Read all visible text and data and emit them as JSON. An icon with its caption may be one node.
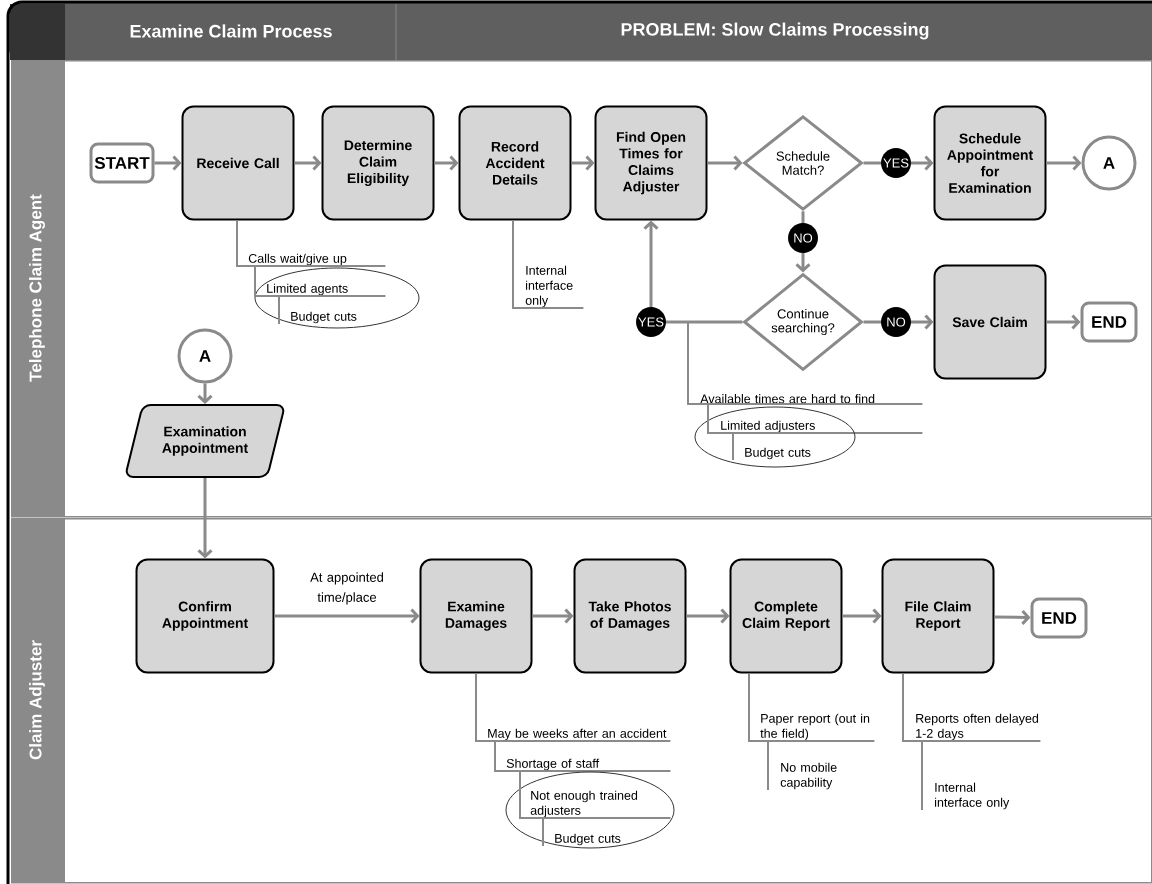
{
  "diagram": {
    "nodes": [
      {
        "text": [
          "Telephone Claim Agent"
        ]
      },
      {
        "text": [
          "Claim Adjuster"
        ]
      },
      {
        "text": [
          "START"
        ],
        "in": 0
      },
      {
        "text": [
          "Receive Call"
        ],
        "in": 0
      },
      {
        "text": [
          "Determine Claim Eligibility"
        ],
        "in": 0
      },
      {
        "text": [
          "Record Accident Details"
        ],
        "in": 0
      },
      {
        "text": [
          "Find Open Times for Claims Adjuster"
        ],
        "in": 0
      },
      {
        "text": [
          "Schedule Match?"
        ],
        "in": 0
      },
      {
        "text": [
          "Schedule Appointment for Examination"
        ],
        "in": 0
      },
      {
        "text": [
          "A"
        ],
        "in": 0
      },
      {
        "text": [
          "Continue searching?"
        ],
        "in": 0
      },
      {
        "text": [
          "Save Claim"
        ],
        "in": 0
      },
      {
        "text": [
          "END"
        ],
        "in": 0
      },
      {
        "text": [
          "A"
        ],
        "in": 0
      },
      {
        "text": [
          "Examination Appointment"
        ],
        "in": 0
      },
      {
        "text": [
          "Calls wait/give up"
        ],
        "in": 0
      },
      {
        "text": [
          "Limited agents"
        ],
        "in": 0
      },
      {
        "text": [
          "Budget cuts"
        ],
        "in": 0
      },
      {
        "text": [
          "Internal interface only"
        ],
        "in": 0
      },
      {
        "text": [
          "Available times are hard to find"
        ],
        "in": 0
      },
      {
        "text": [
          "Limited adjusters"
        ],
        "in": 0
      },
      {
        "text": [
          "Budget cuts"
        ],
        "in": 0
      },
      {
        "text": [
          "Confirm Appointment"
        ],
        "in": 1
      },
      {
        "text": [
          "Examine Damages"
        ],
        "in": 1
      },
      {
        "text": [
          "Take Photos of Damages"
        ],
        "in": 1
      },
      {
        "text": [
          "Complete Claim Report"
        ],
        "in": 1
      },
      {
        "text": [
          "File Claim Report"
        ],
        "in": 1
      },
      {
        "text": [
          "END"
        ],
        "in": 1
      },
      {
        "text": [
          "May be weeks after an accident"
        ],
        "in": 1
      },
      {
        "text": [
          "Shortage of staff"
        ],
        "in": 1
      },
      {
        "text": [
          "Not enough trained adjusters"
        ],
        "in": 1
      },
      {
        "text": [
          "Budget cuts"
        ],
        "in": 1
      },
      {
        "text": [
          "Paper report (out in the field)"
        ],
        "in": 1
      },
      {
        "text": [
          "No mobile capability"
        ],
        "in": 1
      },
      {
        "text": [
          "Reports often delayed 1-2 days"
        ],
        "in": 1
      },
      {
        "text": [
          "Internal interface only"
        ],
        "in": 1
      }
    ],
    "edges": [
      {
        "from": 2,
        "to": 3,
        "arrow": "to"
      },
      {
        "from": 3,
        "to": 4,
        "arrow": "to"
      },
      {
        "from": 4,
        "to": 5,
        "arrow": "to"
      },
      {
        "from": 5,
        "to": 6,
        "arrow": "to"
      },
      {
        "from": 6,
        "to": 7,
        "arrow": "to"
      },
      {
        "from": 7,
        "to": 8,
        "arrow": "to",
        "label": "YES"
      },
      {
        "from": 8,
        "to": 9,
        "arrow": "to"
      },
      {
        "from": 7,
        "to": 10,
        "arrow": "to",
        "label": "NO"
      },
      {
        "from": 10,
        "to": 11,
        "arrow": "to",
        "label": "NO"
      },
      {
        "from": 11,
        "to": 12,
        "arrow": "to"
      },
      {
        "from": 10,
        "to": 6,
        "arrow": "to",
        "label": "YES"
      },
      {
        "from": 13,
        "to": 14,
        "arrow": "to"
      },
      {
        "from": 14,
        "to": 22,
        "arrow": "to"
      },
      {
        "from": 22,
        "to": 23,
        "arrow": "to",
        "label": "At appointed time/place"
      },
      {
        "from": 23,
        "to": 24,
        "arrow": "to"
      },
      {
        "from": 24,
        "to": 25,
        "arrow": "to"
      },
      {
        "from": 25,
        "to": 26,
        "arrow": "to"
      },
      {
        "from": 26,
        "to": 27,
        "arrow": "to"
      },
      {
        "from": 3,
        "to": 15,
        "arrow": "none"
      },
      {
        "from": 15,
        "to": 16,
        "arrow": "none"
      },
      {
        "from": 16,
        "to": 17,
        "arrow": "none"
      },
      {
        "from": 5,
        "to": 18,
        "arrow": "none"
      },
      {
        "from": null,
        "to": 19,
        "arrow": "none"
      },
      {
        "from": 19,
        "to": 20,
        "arrow": "none"
      },
      {
        "from": 20,
        "to": 21,
        "arrow": "none"
      },
      {
        "from": 23,
        "to": 28,
        "arrow": "none"
      },
      {
        "from": 28,
        "to": 29,
        "arrow": "none"
      },
      {
        "from": 29,
        "to": 30,
        "arrow": "none"
      },
      {
        "from": 30,
        "to": 31,
        "arrow": "none"
      },
      {
        "from": 25,
        "to": 32,
        "arrow": "none"
      },
      {
        "from": 32,
        "to": 33,
        "arrow": "none"
      },
      {
        "from": 26,
        "to": 34,
        "arrow": "none"
      },
      {
        "from": 34,
        "to": 35,
        "arrow": "none"
      }
    ],
    "labels": [
      "Examine Claim Process",
      "PROBLEM: Slow Claims Processing"
    ]
  }
}
